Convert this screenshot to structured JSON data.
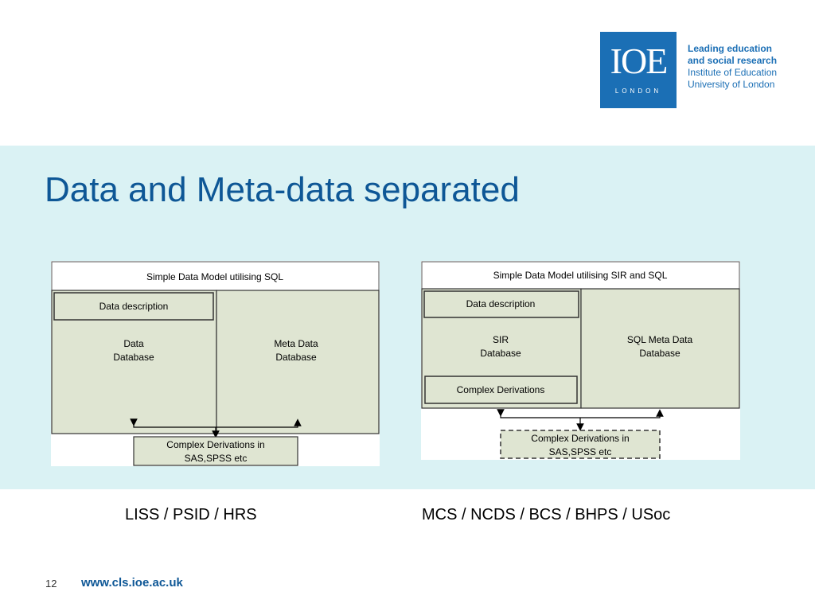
{
  "header": {
    "logo": {
      "mark": "IOE",
      "city": "LONDON"
    },
    "tagline": {
      "line1": "Leading education",
      "line2": "and social research",
      "line3": "Institute of Education",
      "line4": "University of London"
    }
  },
  "slide": {
    "title": "Data and Meta-data separated"
  },
  "diagram_left": {
    "header": "Simple Data Model utilising SQL",
    "description": "Data description",
    "db1_line1": "Data",
    "db1_line2": "Database",
    "db2_line1": "Meta Data",
    "db2_line2": "Database",
    "derivations_line1": "Complex Derivations in",
    "derivations_line2": "SAS,SPSS etc"
  },
  "diagram_right": {
    "header": "Simple Data Model utilising SIR and SQL",
    "description": "Data description",
    "db1_line1": "SIR",
    "db1_line2": "Database",
    "inner_derivations": "Complex Derivations",
    "db2_line1": "SQL Meta Data",
    "db2_line2": "Database",
    "derivations_line1": "Complex Derivations in",
    "derivations_line2": "SAS,SPSS etc"
  },
  "captions": {
    "left": "LISS / PSID  / HRS",
    "right": "MCS / NCDS / BCS / BHPS / USoc"
  },
  "footer": {
    "page_number": "12",
    "url": "www.cls.ioe.ac.uk"
  },
  "colors": {
    "brand_blue": "#1b6fb5",
    "title_blue": "#0e5796",
    "band": "#daf2f4",
    "box_fill": "#dfe5d2"
  }
}
